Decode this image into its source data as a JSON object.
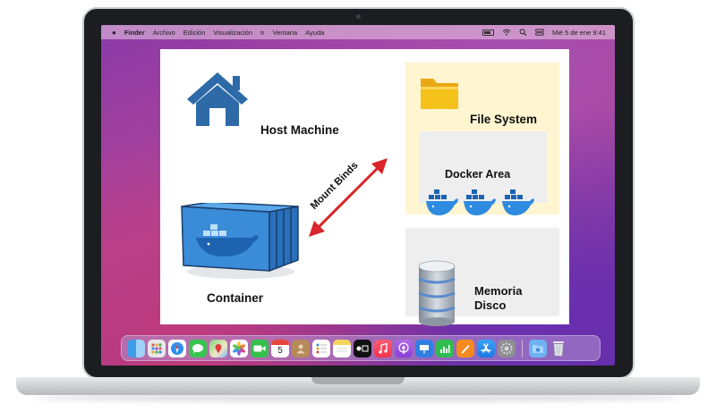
{
  "menubar": {
    "apple": "",
    "app": "Finder",
    "menus": [
      "Archivo",
      "Edición",
      "Visualización",
      "Ir",
      "Ventana",
      "Ayuda"
    ],
    "datetime": "Mié 5 de ene  9:41"
  },
  "diagram": {
    "host_label": "Host Machine",
    "container_label": "Container",
    "arrow_label": "Mount Binds",
    "fs_label": "File System",
    "docker_area_label": "Docker Area",
    "memory_label_line1": "Memoria",
    "memory_label_line2": "Disco"
  },
  "colors": {
    "host_icon": "#2e6aa8",
    "arrow": "#d9252b",
    "fs_background": "#fff5d0",
    "panel_gray": "#eeeeee",
    "container": "#3a8bd8",
    "folder": "#f5c21b"
  },
  "dock": {
    "icons": [
      "finder-icon",
      "launchpad-icon",
      "safari-icon",
      "messages-icon",
      "maps-icon",
      "photos-icon",
      "facetime-icon",
      "calendar-icon",
      "contacts-icon",
      "reminders-icon",
      "notes-icon",
      "apple-tv-icon",
      "music-icon",
      "podcasts-icon",
      "keynote-icon",
      "numbers-icon",
      "pages-icon",
      "app-store-icon",
      "system-preferences-icon",
      "downloads-folder-icon",
      "trash-icon"
    ],
    "calendar_day": "5"
  }
}
